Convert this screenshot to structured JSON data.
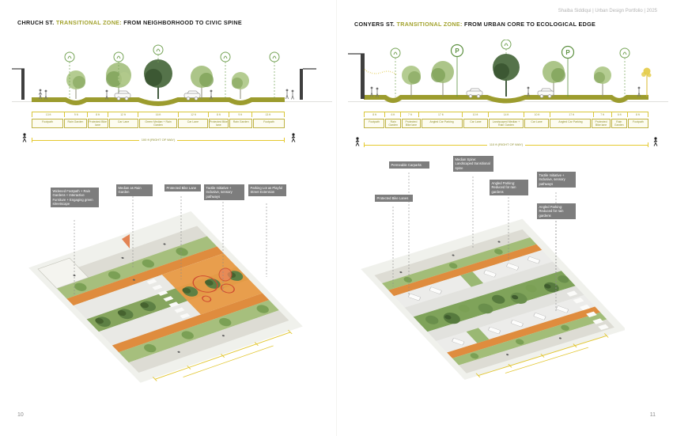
{
  "header": {
    "credit": "Shaiba Siddiqui | Urban Design Portfolio | 2025"
  },
  "signs": {
    "parking": "P"
  },
  "palette": {
    "accent_olive": "#a3a32e",
    "dim_yellow": "#e5c92e",
    "callout_gray": "#7d7d7d",
    "axon_orange": "#df8c3e",
    "green_dark": "#4c6b40",
    "green_mid": "#7fa35a",
    "green_light": "#a6bf7d"
  },
  "pages": {
    "left": {
      "number": "10",
      "title_street": "CHRUCH ST.",
      "title_zone": "TRANSITIONAL ZONE:",
      "title_rest": "FROM NEIGHBORHOOD TO CIVIC SPINE",
      "section": {
        "lanes": [
          {
            "w": "13 ft",
            "label": "Footpath"
          },
          {
            "w": "9 ft",
            "label": "Rain Garden"
          },
          {
            "w": "8 ft",
            "label": "Protected Bike lane"
          },
          {
            "w": "12 ft",
            "label": "Car Lane"
          },
          {
            "w": "16 ft",
            "label": "Green Median + Rain Garden"
          },
          {
            "w": "12 ft",
            "label": "Car Lane"
          },
          {
            "w": "8 ft",
            "label": "Protected Bike lane"
          },
          {
            "w": "9 ft",
            "label": "Rain Garden"
          },
          {
            "w": "13 ft",
            "label": "Footpath"
          }
        ],
        "total": "100 ft (RIGHT OF WAY)"
      },
      "callouts": [
        "Widened Footpath + Rain Gardens + Interactive Furniture + Engaging green streetscape",
        "Median as Rain Garden",
        "Protected Bike Lane",
        "Tactile Initiative + Inclusive, sensory pathways",
        "Parking Lot as Playful Street Extension"
      ]
    },
    "right": {
      "number": "11",
      "title_street": "CONYERS ST.",
      "title_zone": "TRANSITIONAL ZONE:",
      "title_rest": "FROM URBAN CORE TO ECOLOGICAL EDGE",
      "section": {
        "lanes": [
          {
            "w": "8 ft",
            "label": "Footpath"
          },
          {
            "w": "6 ft",
            "label": "Rain Garden"
          },
          {
            "w": "7 ft",
            "label": "Protected Bike lane"
          },
          {
            "w": "17 ft",
            "label": "Angled Car Parking"
          },
          {
            "w": "10 ft",
            "label": "Car Lane"
          },
          {
            "w": "14 ft",
            "label": "Landscaped Median + Rain Garden"
          },
          {
            "w": "10 ft",
            "label": "Car Lane"
          },
          {
            "w": "17 ft",
            "label": "Angled Car Parking"
          },
          {
            "w": "7 ft",
            "label": "Protected Bike lane"
          },
          {
            "w": "6 ft",
            "label": "Rain Garden"
          },
          {
            "w": "8 ft",
            "label": "Footpath"
          }
        ],
        "total": "110 ft (RIGHT OF WAY)"
      },
      "callouts": [
        "Permeable Carparks",
        "Median Spine: Landscaped transitional spine",
        "Protected Bike Lanes",
        "Angled Parking: Reduced for rain gardens",
        "Tactile Initiative + Inclusive, sensory pathways",
        "Angled Parking: Reduced for rain gardens"
      ]
    }
  }
}
